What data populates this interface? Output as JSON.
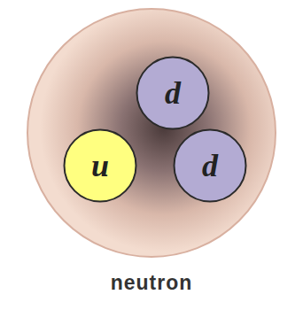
{
  "diagram": {
    "nodes": [
      {
        "text": [
          "neutron"
        ]
      },
      {
        "text": [
          "d"
        ],
        "in": 0
      },
      {
        "text": [
          "u"
        ],
        "in": 0
      },
      {
        "text": [
          "d"
        ],
        "in": 0
      }
    ]
  }
}
